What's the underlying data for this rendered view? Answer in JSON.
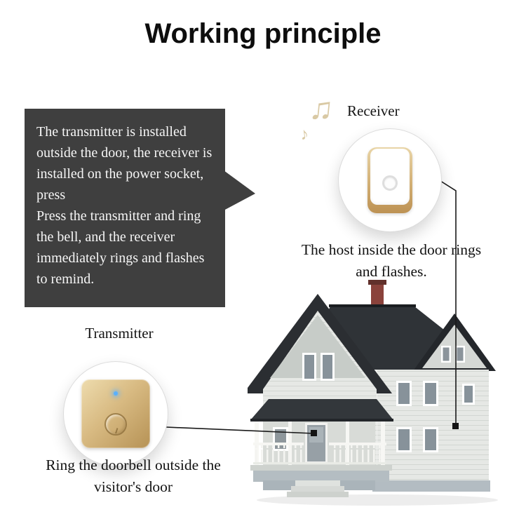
{
  "page": {
    "title": "Working principle"
  },
  "speech_bubble": {
    "lines": [
      "The transmitter is installed outside the door, the receiver is installed on the power socket, press",
      "Press the transmitter and ring the bell, and the receiver immediately rings and flashes to remind."
    ],
    "bg_color": "#3f3f3f",
    "text_color": "#f6f6f6"
  },
  "receiver": {
    "label": "Receiver",
    "caption": "The host inside the door rings and flashes.",
    "notes": [
      "♫",
      "♪"
    ],
    "device": {
      "body_color": "#ffffff",
      "trim_color": "#c6a26a"
    }
  },
  "transmitter": {
    "label": "Transmitter",
    "caption": "Ring the doorbell outside the visitor's door",
    "device": {
      "body_color": "#d8ba82",
      "led_color": "#59b0ff"
    }
  },
  "colors": {
    "callout_line": "#1a1a1a",
    "roof": "#2f3337",
    "walls": "#e6e8e5"
  }
}
